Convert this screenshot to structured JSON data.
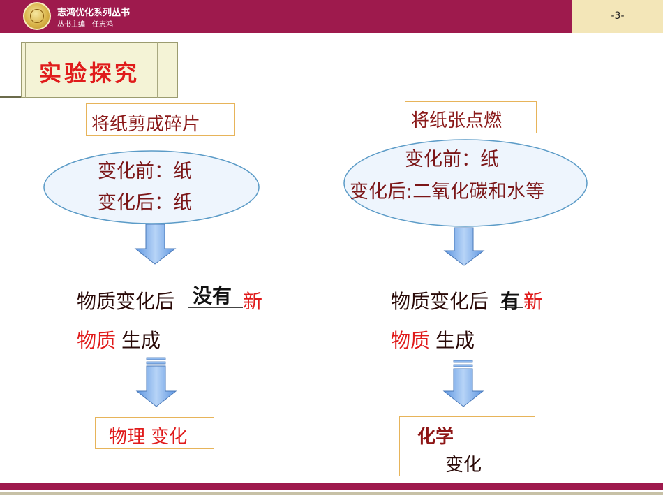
{
  "header": {
    "series_title": "志鸿优化系列丛书",
    "editor": "丛书主编　任志鸿",
    "page_number": "-3-"
  },
  "section_title": "实验探究",
  "left": {
    "action": "将纸剪成碎片",
    "before": "变化前：纸",
    "after": "变化后：纸",
    "statement_part1": "物质变化后",
    "answer": "没有",
    "statement_red1": "新",
    "statement_red2": "物质",
    "statement_part2": "生成",
    "result": "物理  变化"
  },
  "right": {
    "action": "将纸张点燃",
    "before": "变化前：纸",
    "after": "变化后:二氧化碳和水等",
    "statement_part1": "物质变化后",
    "answer": "有",
    "statement_red1": "新",
    "statement_red2": "物质",
    "statement_part2": "生成",
    "result_line1": "化学",
    "result_line2": "变化"
  },
  "colors": {
    "header_bar": "#9e1a4d",
    "page_box": "#f3e6b8",
    "emphasis_red": "#e01b1b",
    "arrow_fill": "#7fb0ec",
    "box_border": "#e7b45a"
  }
}
